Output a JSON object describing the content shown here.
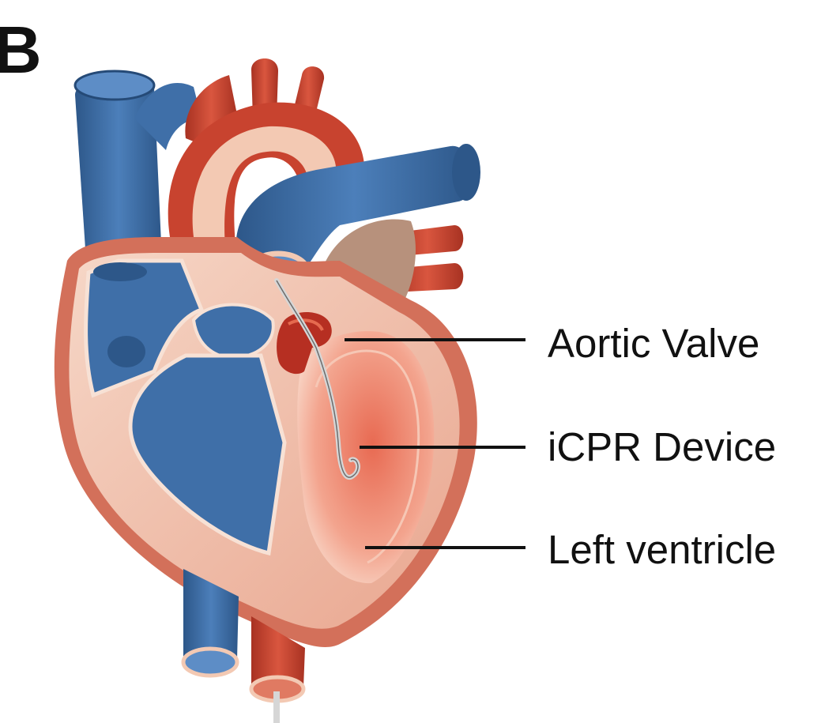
{
  "panel_letter": "B",
  "labels": {
    "aortic_valve": "Aortic Valve",
    "icpr_device": "iCPR Device",
    "left_ventricle": "Left ventricle"
  },
  "colors": {
    "vein_blue": "#3f6fa8",
    "vein_blue_dark": "#2d5789",
    "artery_red": "#c8432f",
    "myocardium_light": "#f3c9b3",
    "chamber_pink": "#ec8b73",
    "valve_red": "#b62f22",
    "device_grey": "#cfcfcf",
    "text": "#111111"
  }
}
